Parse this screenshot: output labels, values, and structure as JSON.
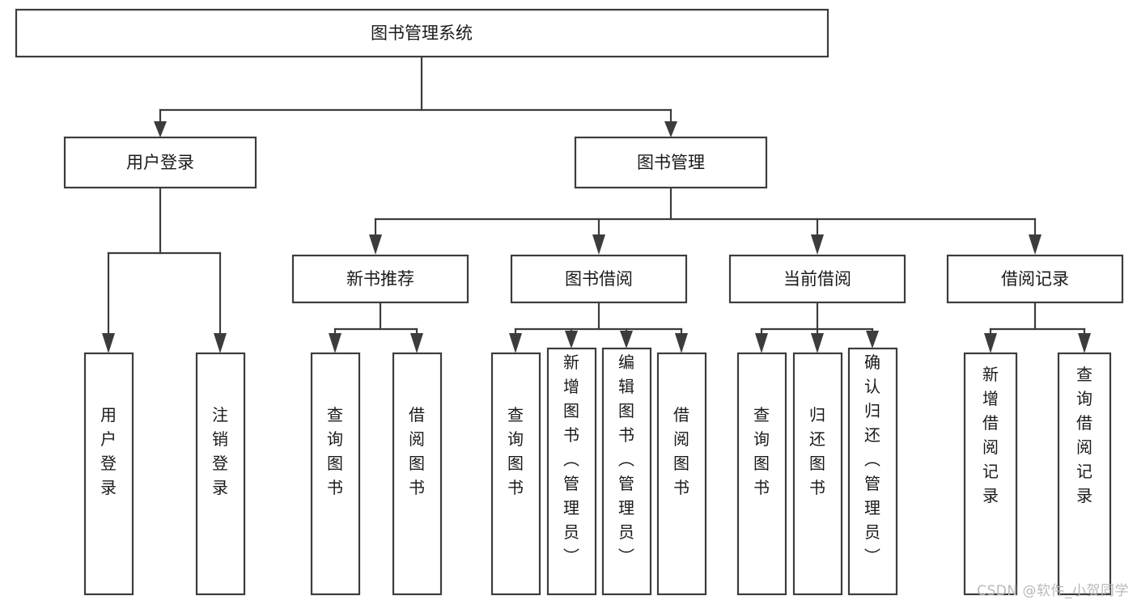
{
  "diagram": {
    "type": "tree",
    "title": "图书管理系统",
    "watermark": "CSDN @软件_小贺同学",
    "colors": {
      "box_fill": "#ffffff",
      "box_stroke": "#3c3c3c",
      "text": "#1a1a1a",
      "watermark": "#b9b9b9",
      "background": "#ffffff"
    },
    "levels": {
      "root": "图书管理系统",
      "level2": [
        "用户登录",
        "图书管理"
      ],
      "level3": [
        "新书推荐",
        "图书借阅",
        "当前借阅",
        "借阅记录"
      ]
    },
    "nodes": {
      "root": {
        "label": "图书管理系统",
        "orientation": "horizontal"
      },
      "user_login": {
        "label": "用户登录",
        "orientation": "horizontal"
      },
      "book_manage": {
        "label": "图书管理",
        "orientation": "horizontal"
      },
      "new_book_rec": {
        "label": "新书推荐",
        "orientation": "horizontal"
      },
      "book_borrow": {
        "label": "图书借阅",
        "orientation": "horizontal"
      },
      "current_borrow": {
        "label": "当前借阅",
        "orientation": "horizontal"
      },
      "borrow_record": {
        "label": "借阅记录",
        "orientation": "horizontal"
      },
      "leaf_user_login": {
        "label": "用户登录",
        "orientation": "vertical"
      },
      "leaf_logout": {
        "label": "注销登录",
        "orientation": "vertical"
      },
      "leaf_query_book_1": {
        "label": "查询图书",
        "orientation": "vertical"
      },
      "leaf_borrow_book_1": {
        "label": "借阅图书",
        "orientation": "vertical"
      },
      "leaf_query_book_2": {
        "label": "查询图书",
        "orientation": "vertical"
      },
      "leaf_add_book": {
        "label": "新增图书（管理员）",
        "orientation": "vertical"
      },
      "leaf_edit_book": {
        "label": "编辑图书（管理员）",
        "orientation": "vertical"
      },
      "leaf_borrow_book_2": {
        "label": "借阅图书",
        "orientation": "vertical"
      },
      "leaf_query_book_3": {
        "label": "查询图书",
        "orientation": "vertical"
      },
      "leaf_return_book": {
        "label": "归还图书",
        "orientation": "vertical"
      },
      "leaf_confirm_return": {
        "label": "确认归还（管理员）",
        "orientation": "vertical"
      },
      "leaf_add_record": {
        "label": "新增借阅记录",
        "orientation": "vertical"
      },
      "leaf_query_record": {
        "label": "查询借阅记录",
        "orientation": "vertical"
      }
    },
    "edges": [
      {
        "from": "root",
        "to": "user_login"
      },
      {
        "from": "root",
        "to": "book_manage"
      },
      {
        "from": "user_login",
        "to": "leaf_user_login"
      },
      {
        "from": "user_login",
        "to": "leaf_logout"
      },
      {
        "from": "book_manage",
        "to": "new_book_rec"
      },
      {
        "from": "book_manage",
        "to": "book_borrow"
      },
      {
        "from": "book_manage",
        "to": "current_borrow"
      },
      {
        "from": "book_manage",
        "to": "borrow_record"
      },
      {
        "from": "new_book_rec",
        "to": "leaf_query_book_1"
      },
      {
        "from": "new_book_rec",
        "to": "leaf_borrow_book_1"
      },
      {
        "from": "book_borrow",
        "to": "leaf_query_book_2"
      },
      {
        "from": "book_borrow",
        "to": "leaf_add_book"
      },
      {
        "from": "book_borrow",
        "to": "leaf_edit_book"
      },
      {
        "from": "book_borrow",
        "to": "leaf_borrow_book_2"
      },
      {
        "from": "current_borrow",
        "to": "leaf_query_book_3"
      },
      {
        "from": "current_borrow",
        "to": "leaf_return_book"
      },
      {
        "from": "current_borrow",
        "to": "leaf_confirm_return"
      },
      {
        "from": "borrow_record",
        "to": "leaf_add_record"
      },
      {
        "from": "borrow_record",
        "to": "leaf_query_record"
      }
    ]
  }
}
